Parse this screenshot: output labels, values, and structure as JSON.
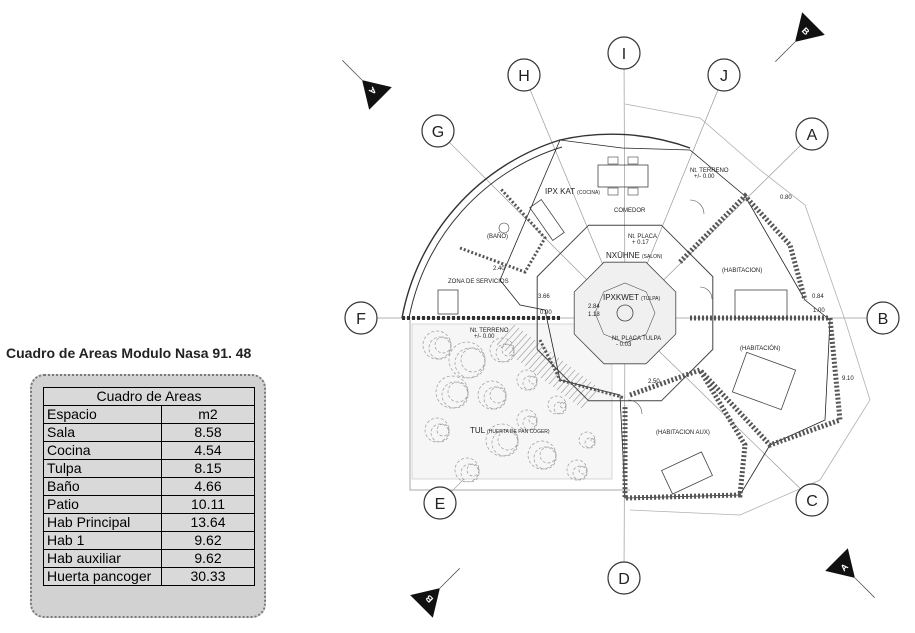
{
  "title": "Cuadro de Areas Modulo Nasa 91. 48",
  "table": {
    "header": "Cuadro de Areas",
    "columns": [
      "Espacio",
      "m2"
    ],
    "rows": [
      {
        "space": "Sala",
        "area": "8.58"
      },
      {
        "space": "Cocina",
        "area": "4.54"
      },
      {
        "space": "Tulpa",
        "area": "8.15"
      },
      {
        "space": "Baño",
        "area": "4.66"
      },
      {
        "space": "Patio",
        "area": "10.11"
      },
      {
        "space": "Hab Principal",
        "area": "13.64"
      },
      {
        "space": "Hab 1",
        "area": "9.62"
      },
      {
        "space": "Hab auxiliar",
        "area": "9.62"
      },
      {
        "space": "Huerta pancoger",
        "area": "30.33"
      }
    ]
  },
  "plan": {
    "axes": [
      "A",
      "B",
      "C",
      "D",
      "E",
      "F",
      "G",
      "H",
      "I",
      "J"
    ],
    "section_markers": [
      "A",
      "B",
      "A",
      "B"
    ],
    "rooms": {
      "kitchen": "IPX KAT",
      "kitchen_sub": "(COCINA)",
      "dining": "COMEDOR",
      "living": "NXÜHNE",
      "living_sub": "(SALON)",
      "hearth": "IPXKWET",
      "hearth_sub": "(TULPA)",
      "bath": "(BAÑO)",
      "services": "ZONA DE SERVICIOS",
      "room1": "(HABITACION)",
      "room_main": "(HABITACIÓN)",
      "room_aux": "(HABITACION AUX)",
      "garden": "TUL",
      "garden_sub": "(HUERTA DE PAN COGER)"
    },
    "levels": {
      "terrain_label": "Nt. TERRENO",
      "terrain_value": "+/- 0.00",
      "slab_label": "Nt. PLACA",
      "slab_value": "+ 0.17",
      "tulpa_label": "Nt. PLACA TULPA",
      "tulpa_value": "- 0.03"
    },
    "dims": [
      "2.84",
      "1.18",
      "3.66",
      "0.90",
      "2.40",
      "2.50",
      "1.00",
      "0.84",
      "9.10",
      "0.80"
    ],
    "colors": {
      "wall_fill": "#c8c8c8",
      "wall_line": "#222222",
      "grid_line": "#9a9a9a",
      "marker": "#111111"
    }
  }
}
